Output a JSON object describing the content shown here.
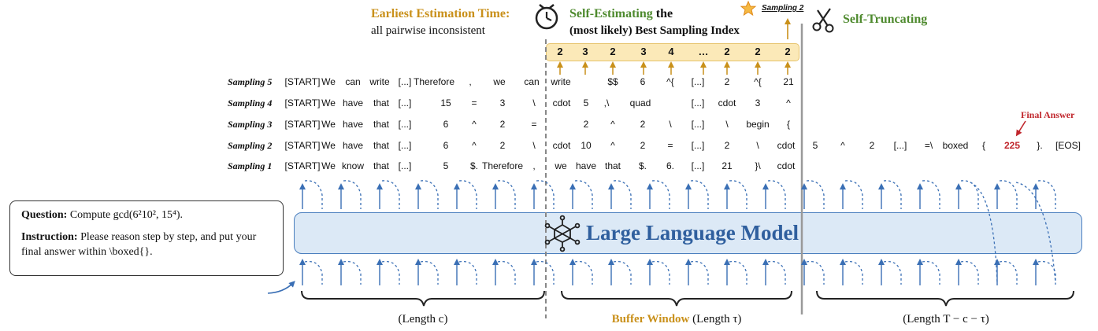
{
  "header": {
    "earliest_title": "Earliest Estimation Time:",
    "earliest_sub": "all pairwise inconsistent",
    "self_estimating_green": "Self-Estimating",
    "self_estimating_rest": " the",
    "self_estimating_line2": "(most likely) Best Sampling Index",
    "sampling_callout": "Sampling 2",
    "self_truncating": "Self-Truncating"
  },
  "indices": [
    "2",
    "3",
    "2",
    "3",
    "4",
    "…",
    "2",
    "2",
    "2"
  ],
  "final_answer_label": "Final Answer",
  "samplings": [
    {
      "label": "Sampling 5",
      "tokens": [
        "[START]",
        "We",
        "can",
        "write",
        "[...]",
        "Therefore",
        ",",
        "we",
        "can",
        "write",
        "$$",
        "6",
        "^{",
        "[...]",
        "2",
        "^{",
        "21"
      ]
    },
    {
      "label": "Sampling 4",
      "tokens": [
        "[START]",
        "We",
        "have",
        "that",
        "[...]",
        "15",
        "=",
        "3",
        "\\",
        "cdot",
        "5",
        ",\\",
        "quad",
        "[...]",
        "cdot",
        "3",
        "^"
      ]
    },
    {
      "label": "Sampling 3",
      "tokens": [
        "[START]",
        "We",
        "have",
        "that",
        "[...]",
        "6",
        "^",
        "2",
        "=",
        "2",
        "^",
        "2",
        "\\",
        "[...]",
        "\\",
        "begin",
        "{"
      ]
    },
    {
      "label": "Sampling 2",
      "tokens": [
        "[START]",
        "We",
        "have",
        "that",
        "[...]",
        "6",
        "^",
        "2",
        "\\",
        "cdot",
        "10",
        "^",
        "2",
        "=",
        "[...]",
        "2",
        "\\",
        "cdot",
        "5",
        "^",
        "2",
        "[...]",
        "=\\",
        "boxed",
        "{",
        "225",
        "}.",
        "[EOS]"
      ]
    },
    {
      "label": "Sampling 1",
      "tokens": [
        "[START]",
        "We",
        "know",
        "that",
        "[...]",
        "5",
        "$.",
        "Therefore",
        ",",
        "we",
        "have",
        "that",
        "$.",
        "6.",
        "[...]",
        "21",
        "}\\",
        "cdot"
      ]
    }
  ],
  "question": {
    "q_label": "Question:",
    "q_text": " Compute gcd(6²10², 15⁴).",
    "i_label": "Instruction:",
    "i_text": " Please reason step by step, and put your final answer within \\boxed{}."
  },
  "model_label": "Large Language Model",
  "bottom": {
    "left": "(Length c)",
    "mid_gold": "Buffer Window",
    "mid_rest": " (Length τ)",
    "right": "(Length T − c − τ)"
  },
  "colors": {
    "gold": "#c9901a",
    "green": "#4e8a2e",
    "blue": "#3a6fb5",
    "red": "#c0262c",
    "box_fill": "#dce9f6"
  }
}
